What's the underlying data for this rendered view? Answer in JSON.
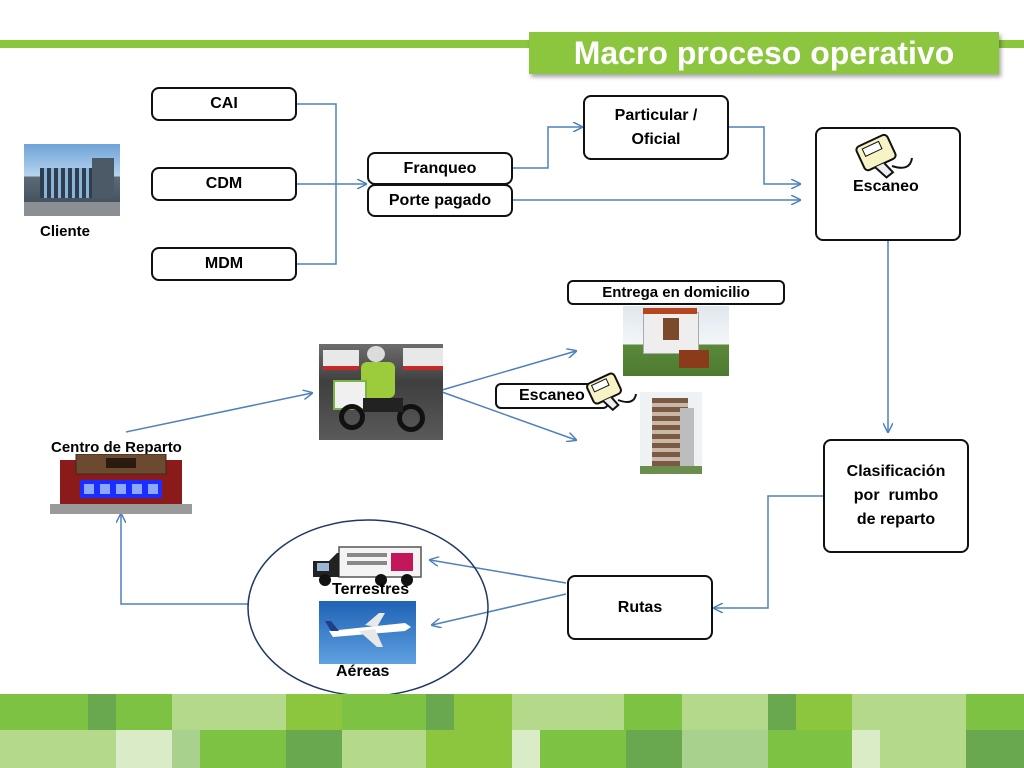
{
  "title": "Macro proceso operativo",
  "colors": {
    "accent_green": "#8cc63f",
    "line_blue": "#4f81bd",
    "footer_palette": [
      "#7dc242",
      "#b5d98a",
      "#6aa84f",
      "#d9ecc7",
      "#8cc63f",
      "#a9d18e"
    ]
  },
  "nodes": {
    "cai": "CAI",
    "cdm": "CDM",
    "mdm": "MDM",
    "cliente": "Cliente",
    "franqueo": "Franqueo",
    "porte_pagado": "Porte pagado",
    "particular_oficial_1": "Particular /",
    "particular_oficial_2": "Oficial",
    "escaneo_main": "Escaneo",
    "clasificacion_1": "Clasificación",
    "clasificacion_2": "por  rumbo",
    "clasificacion_3": "de reparto",
    "rutas": "Rutas",
    "terrestres": "Terrestres",
    "aereas": "Aéreas",
    "centro_reparto": "Centro de Reparto",
    "entrega_domicilio": "Entrega en domicilio",
    "escaneo_delivery": "Escaneo"
  },
  "images": {
    "building": "office-building-photo",
    "motorcycle": "courier-motorcycle-photo",
    "house": "house-photo",
    "tower": "apartment-tower-photo",
    "truck": "delivery-truck-icon",
    "plane": "airplane-photo",
    "store": "distribution-center-icon",
    "scanner": "barcode-scanner-icon"
  }
}
